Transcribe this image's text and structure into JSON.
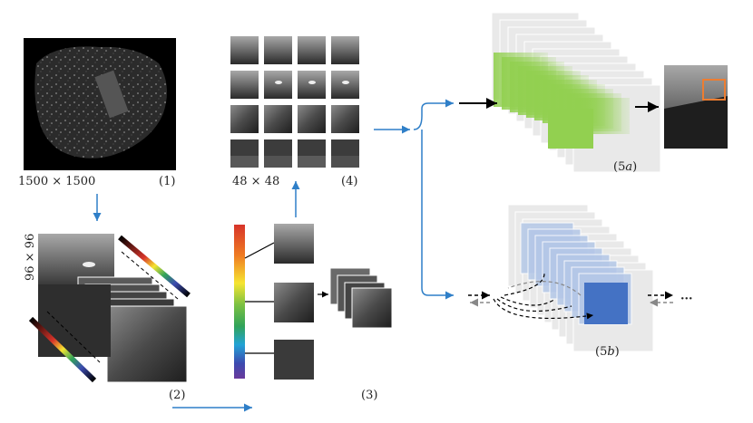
{
  "labels": {
    "step1": "(1)",
    "step2": "(2)",
    "step3": "(3)",
    "step4": "(4)",
    "step5a": "(5a)",
    "step5b": "(5b)",
    "size_large": "1500  × 1500",
    "size_tile": "96 × 96",
    "size_small": "48 × 48",
    "ellipsis": "···"
  },
  "colors": {
    "flow_arrow": "#2f7fc8",
    "green": "#92d050",
    "blue_fill": "#4472c4",
    "blue_light": "#b4c7e7",
    "gray_layer": "#e9e9e9",
    "bbox": "#ed7d31",
    "arrow_black": "#000000",
    "arrow_gray": "#888888"
  },
  "spectrum": [
    "#d7342a",
    "#ef7b22",
    "#f6e531",
    "#7cc142",
    "#31a35a",
    "#22a3d6",
    "#3c4bb0",
    "#6a3a9c"
  ]
}
